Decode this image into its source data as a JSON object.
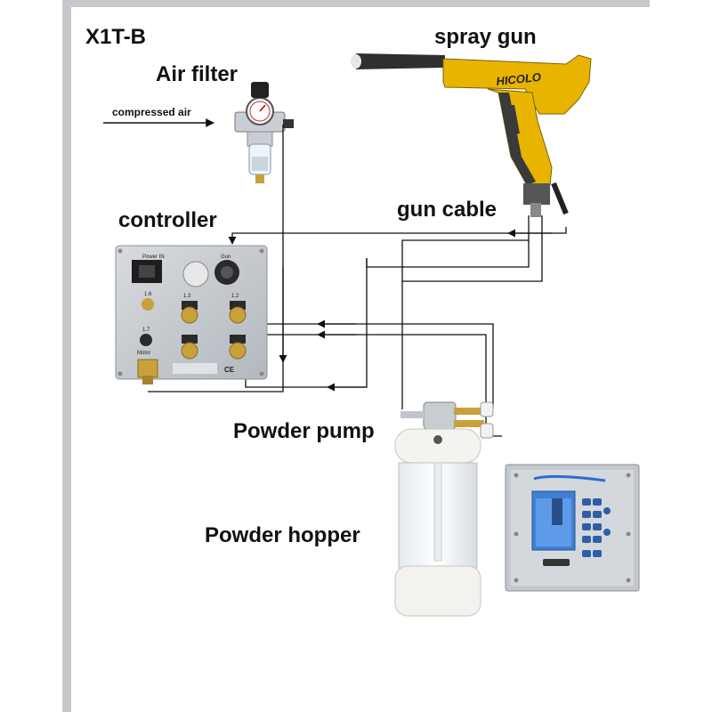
{
  "labels": {
    "model": "X1T-B",
    "air_filter": "Air filter",
    "compressed_air": "compressed air",
    "spray_gun": "spray gun",
    "gun_cable": "gun cable",
    "controller": "controller",
    "powder_pump": "Powder pump",
    "powder_hopper": "Powder hopper"
  },
  "gun_brand": "HICOLO",
  "controller_panel": {
    "power_in": "Power IN",
    "gun": "Gun",
    "port_1_6": "1.6",
    "port_1_3": "1.3",
    "port_1_2": "1.2",
    "port_1_7": "1.7",
    "motor": "Motor",
    "ce_mark": "CE"
  },
  "colors": {
    "gun_body": "#e8b400",
    "gun_dark": "#3a3a3a",
    "panel": "#c9cdd2",
    "brass": "#c8a13a",
    "hose": "#111111",
    "lcd": "#3f7fd6"
  }
}
